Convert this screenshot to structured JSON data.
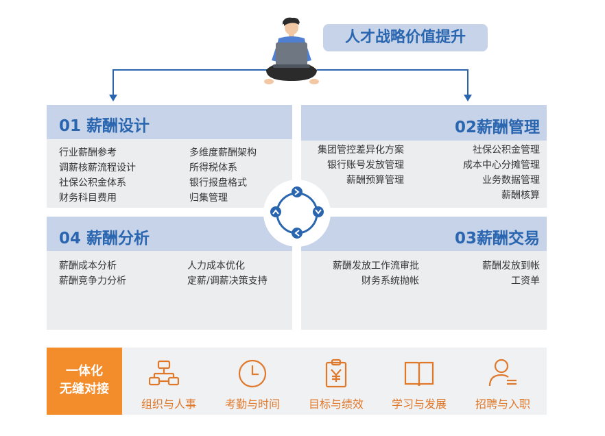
{
  "header": {
    "title": "人才战略价值提升"
  },
  "quadrants": {
    "q1": {
      "title": "01 薪酬设计",
      "left_items": [
        "行业薪酬参考",
        "调薪核薪流程设计",
        "社保公积金体系",
        "财务科目费用"
      ],
      "right_items": [
        "多维度薪酬架构",
        "所得税体系",
        "银行报盘格式",
        "归集管理"
      ]
    },
    "q2": {
      "title": "02薪酬管理",
      "left_items": [
        "集团管控差异化方案",
        "银行账号发放管理",
        "薪酬预算管理"
      ],
      "right_items": [
        "社保公积金管理",
        "成本中心分摊管理",
        "业务数据管理",
        "薪酬核算"
      ]
    },
    "q3": {
      "title": "03薪酬交易",
      "left_items": [
        "薪酬发放工作流审批",
        "财务系统抛帐"
      ],
      "right_items": [
        "薪酬发放到帐",
        "工资单"
      ]
    },
    "q4": {
      "title": "04 薪酬分析",
      "left_items": [
        "薪酬成本分析",
        "薪酬竞争力分析"
      ],
      "right_items": [
        "人力成本优化",
        "定薪/调薪决策支持"
      ]
    }
  },
  "bottom": {
    "integration_label_line1": "一体化",
    "integration_label_line2": "无缝对接",
    "modules": [
      {
        "label": "组织与人事",
        "icon": "org-chart-icon"
      },
      {
        "label": "考勤与时间",
        "icon": "clock-icon"
      },
      {
        "label": "目标与绩效",
        "icon": "clipboard-yen-icon"
      },
      {
        "label": "学习与发展",
        "icon": "book-icon"
      },
      {
        "label": "招聘与入职",
        "icon": "person-list-icon"
      }
    ]
  },
  "colors": {
    "accent_blue": "#2a66b0",
    "header_fill": "#c6d3e8",
    "panel_fill": "#ecedef",
    "orange": "#f38c2b",
    "orange_text": "#e0782a"
  }
}
